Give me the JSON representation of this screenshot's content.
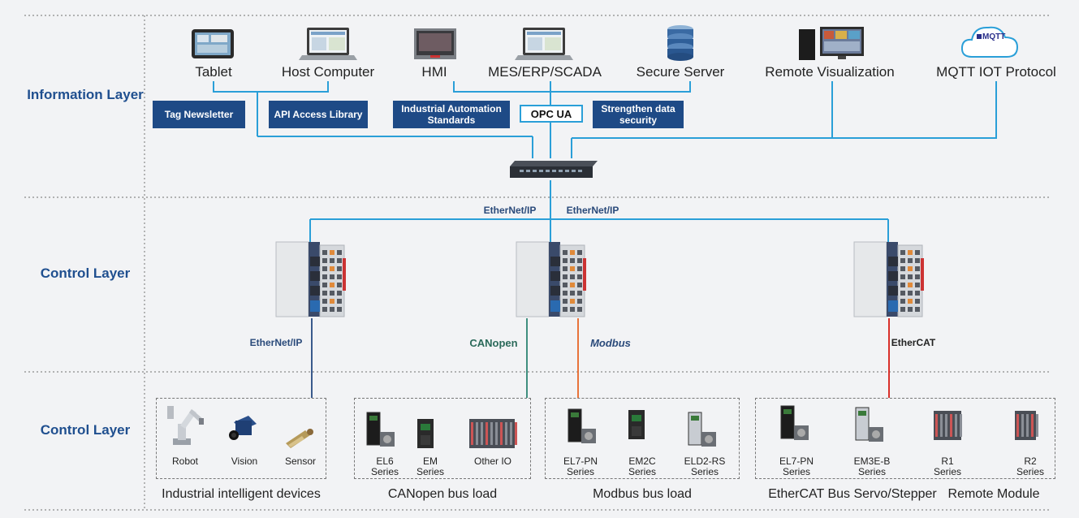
{
  "layers": {
    "information": "Information Layer",
    "control1": "Control Layer",
    "control2": "Control Layer"
  },
  "devices_top": [
    {
      "label": "Tablet",
      "icon": "tablet-icon"
    },
    {
      "label": "Host Computer",
      "icon": "laptop-icon"
    },
    {
      "label": "HMI",
      "icon": "hmi-icon"
    },
    {
      "label": "MES/ERP/SCADA",
      "icon": "laptop-icon"
    },
    {
      "label": "Secure Server",
      "icon": "database-icon"
    },
    {
      "label": "Remote Visualization",
      "icon": "workstation-icon"
    },
    {
      "label": "MQTT IOT Protocol",
      "icon": "cloud-icon"
    }
  ],
  "feature_boxes": [
    "Tag Newsletter",
    "API Access Library",
    "Industrial Automation Standards",
    "Strengthen data security"
  ],
  "opcua": "OPC UA",
  "mqtt_logo": "MQTT",
  "protocols": {
    "ethernetip_left": "EtherNet/IP",
    "ethernetip_right": "EtherNet/IP",
    "ethernetip_bottom": "EtherNet/IP",
    "canopen": "CANopen",
    "modbus": "Modbus",
    "ethercat": "EtherCAT"
  },
  "groups": [
    {
      "title": "Industrial intelligent devices",
      "items": [
        {
          "label": "Robot",
          "icon": "robot-arm-icon"
        },
        {
          "label": "Vision",
          "icon": "camera-icon"
        },
        {
          "label": "Sensor",
          "icon": "sensor-icon"
        }
      ]
    },
    {
      "title": "CANopen bus load",
      "items": [
        {
          "label": "EL6\nSeries",
          "icon": "servo-drive-icon"
        },
        {
          "label": "EM\nSeries",
          "icon": "stepper-drive-icon"
        },
        {
          "label": "Other IO",
          "icon": "io-module-icon"
        }
      ]
    },
    {
      "title": "Modbus bus load",
      "items": [
        {
          "label": "EL7-PN\nSeries",
          "icon": "servo-drive-icon"
        },
        {
          "label": "EM2C\nSeries",
          "icon": "stepper-drive-icon"
        },
        {
          "label": "ELD2-RS\nSeries",
          "icon": "servo-drive-icon"
        }
      ]
    },
    {
      "title": "EtherCAT Bus Servo/Stepper",
      "items": [
        {
          "label": "EL7-PN\nSeries",
          "icon": "servo-drive-icon"
        },
        {
          "label": "EM3E-B\nSeries",
          "icon": "stepper-drive-icon"
        }
      ]
    },
    {
      "title": "Remote Module",
      "items": [
        {
          "label": "R1\nSeries",
          "icon": "io-module-icon"
        },
        {
          "label": "R2\nSeries",
          "icon": "io-module-icon"
        }
      ]
    }
  ],
  "colors": {
    "info_line": "#2a9fd8",
    "ethernetip_line": "#3a5a8c",
    "canopen_line": "#3f8f7f",
    "modbus_line": "#e8733a",
    "ethercat_line": "#d9302a",
    "box_fill": "#1e4a86",
    "layer_text": "#1f4f8f"
  }
}
